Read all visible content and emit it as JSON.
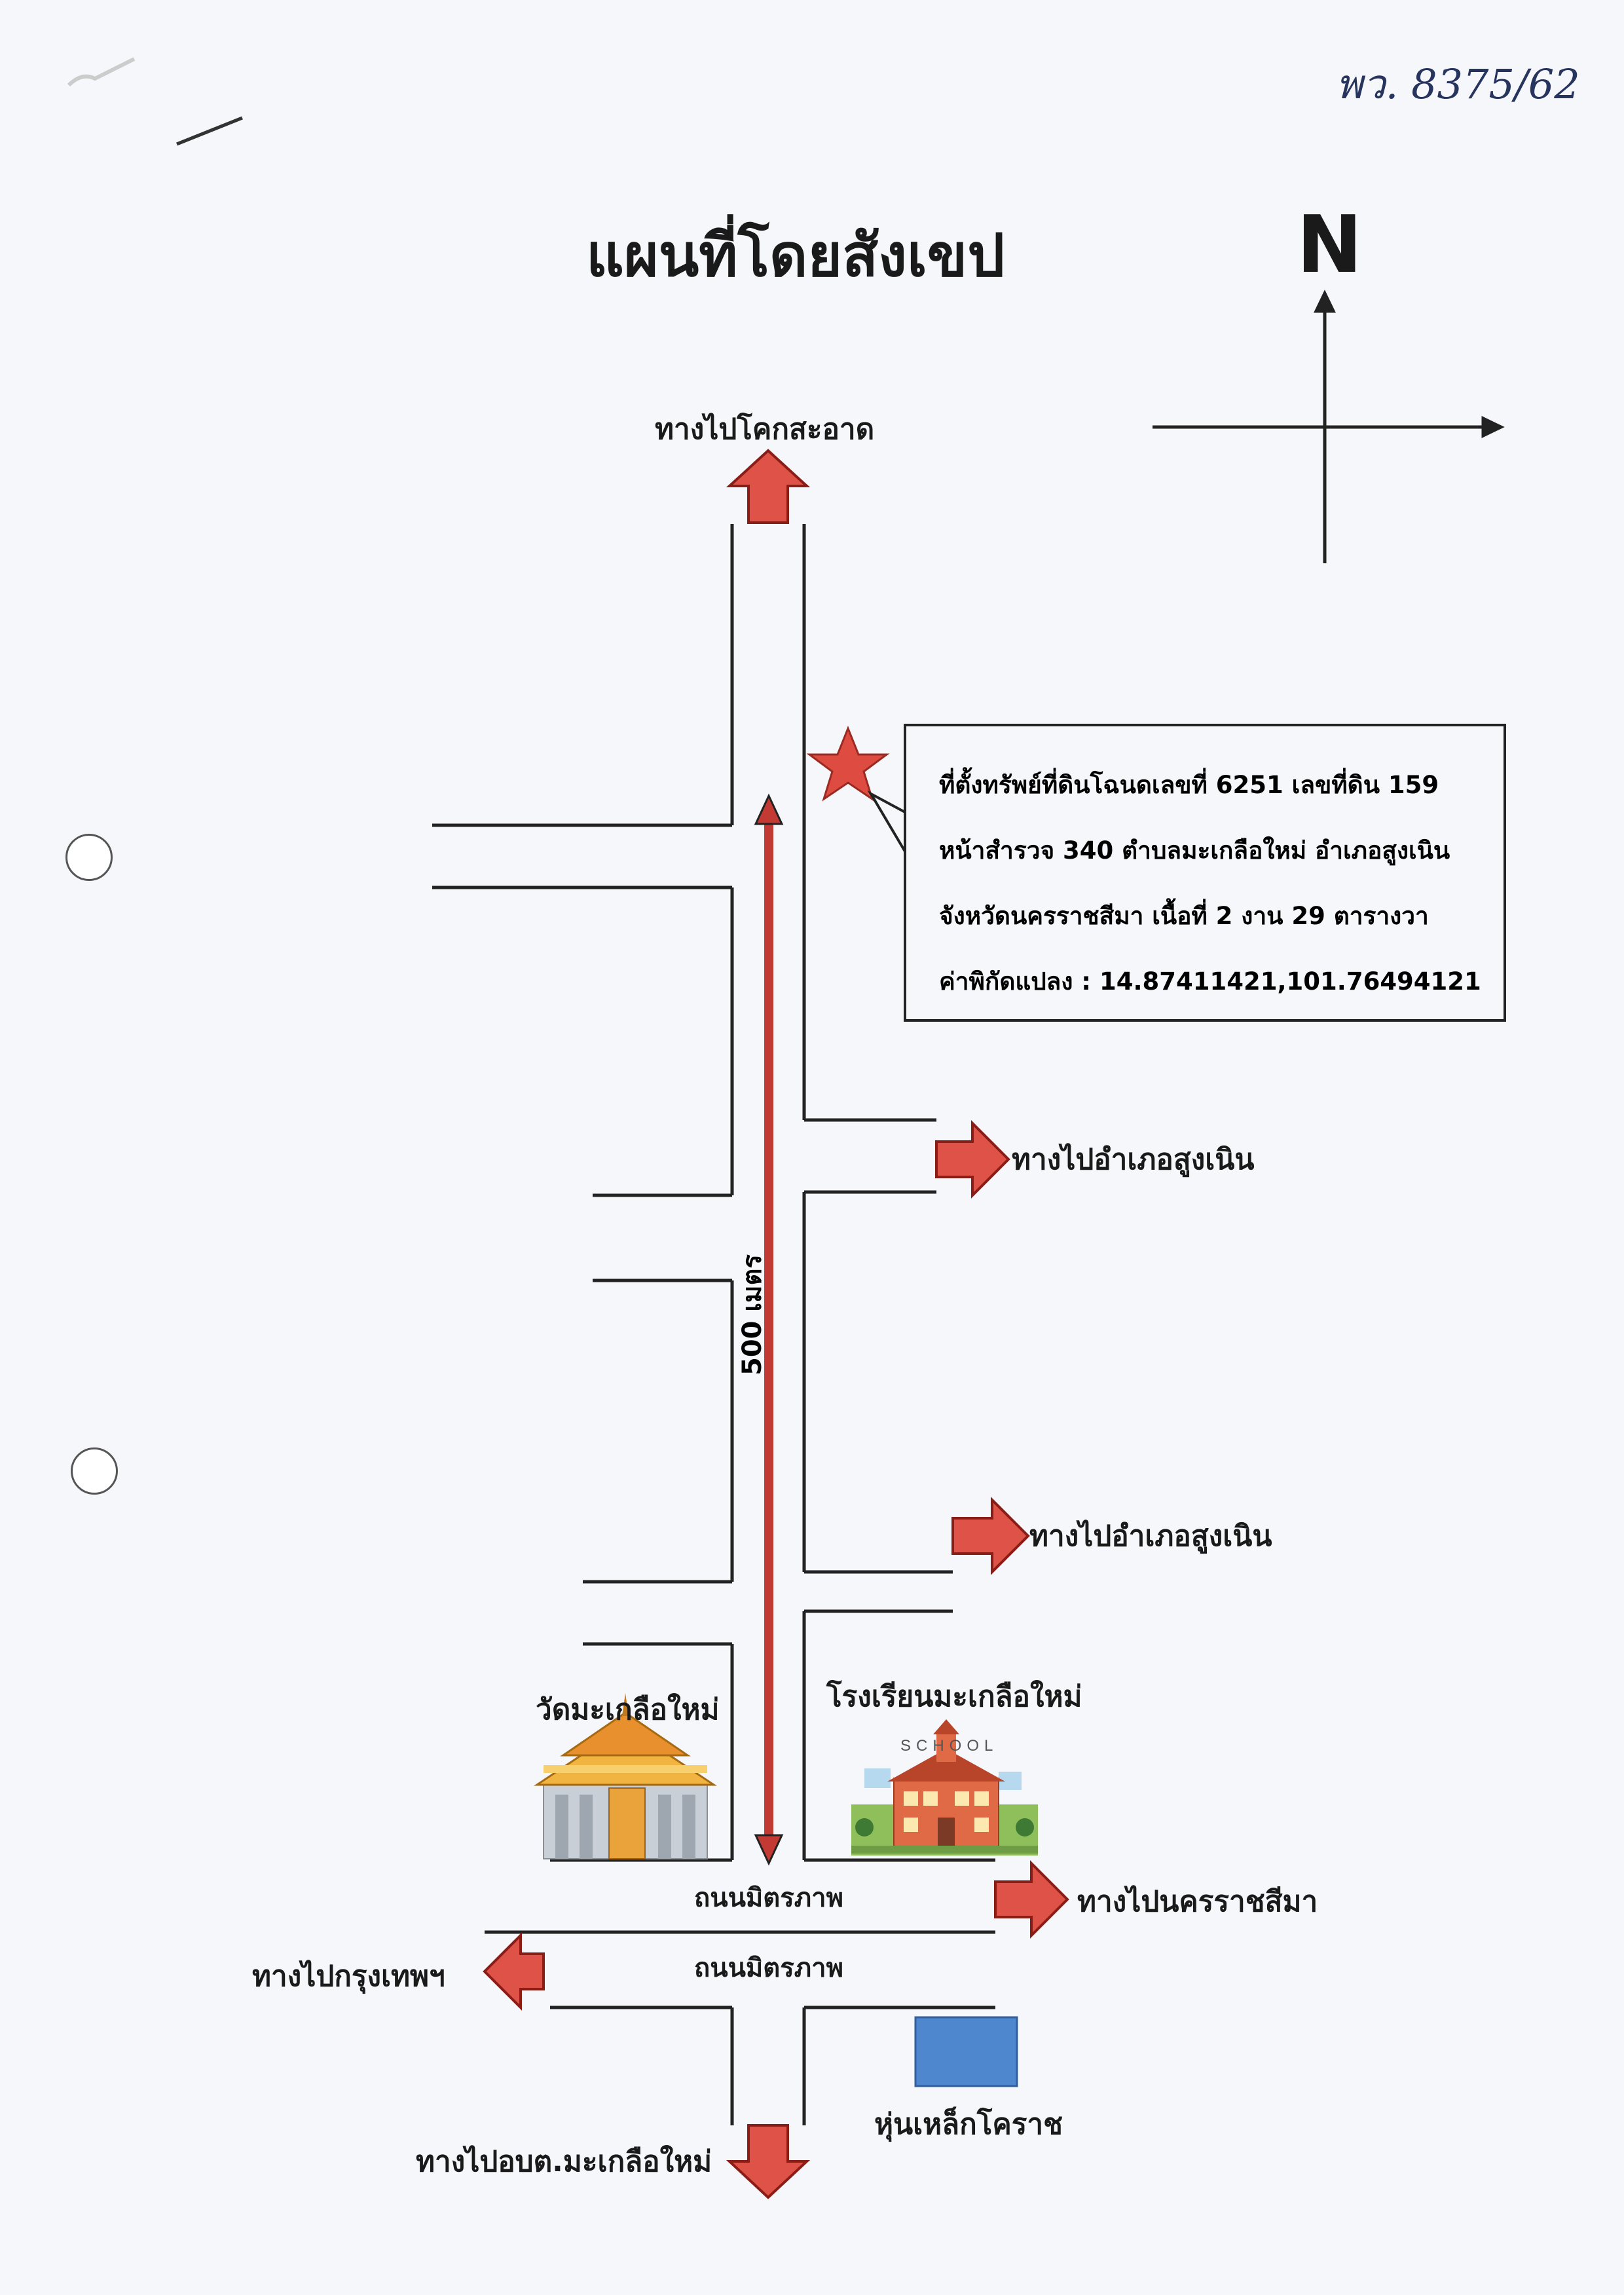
{
  "title": "แผนที่โดยสังเขป",
  "reference_note": "พว. 8375/62",
  "compass": {
    "label": "N"
  },
  "scale_label": "500 เมตร",
  "info_box": {
    "lines": [
      "ที่ตั้งทรัพย์ที่ดินโฉนดเลขที่ 6251 เลขที่ดิน 159",
      "หน้าสำรวจ 340 ตำบลมะเกลือใหม่ อำเภอสูงเนิน",
      "จังหวัดนครราชสีมา เนื้อที่ 2 งาน 29 ตารางวา",
      "ค่าพิกัดแปลง : 14.87411421,101.76494121"
    ]
  },
  "labels": {
    "to_khok_sa_at": "ทางไปโคกสะอาด",
    "to_sung_noen_1": "ทางไปอำเภอสูงเนิน",
    "to_sung_noen_2": "ทางไปอำเภอสูงเนิน",
    "temple": "วัดมะเกลือใหม่",
    "school": "โรงเรียนมะเกลือใหม่",
    "school_sign": "SCHOOL",
    "road_north": "ถนนมิตรภาพ",
    "road_south": "ถนนมิตรภาพ",
    "to_nakhon_ratchasima": "ทางไปนครราชสีมา",
    "to_bangkok": "ทางไปกรุงเทพฯ",
    "to_tambon_office": "ทางไปอบต.มะเกลือใหม่",
    "korat_statue": "หุ่นเหล็กโคราช"
  },
  "colors": {
    "arrow_fill": "#de5248",
    "arrow_stroke": "#8b1d17",
    "star": "#dd4b41",
    "statue_fill": "#4f87cf",
    "road_line": "#222222",
    "scale_line": "#c23a33"
  },
  "icons": {
    "marker": "star-icon",
    "temple": "temple-icon",
    "school": "school-icon",
    "statue": "statue-marker-icon"
  }
}
